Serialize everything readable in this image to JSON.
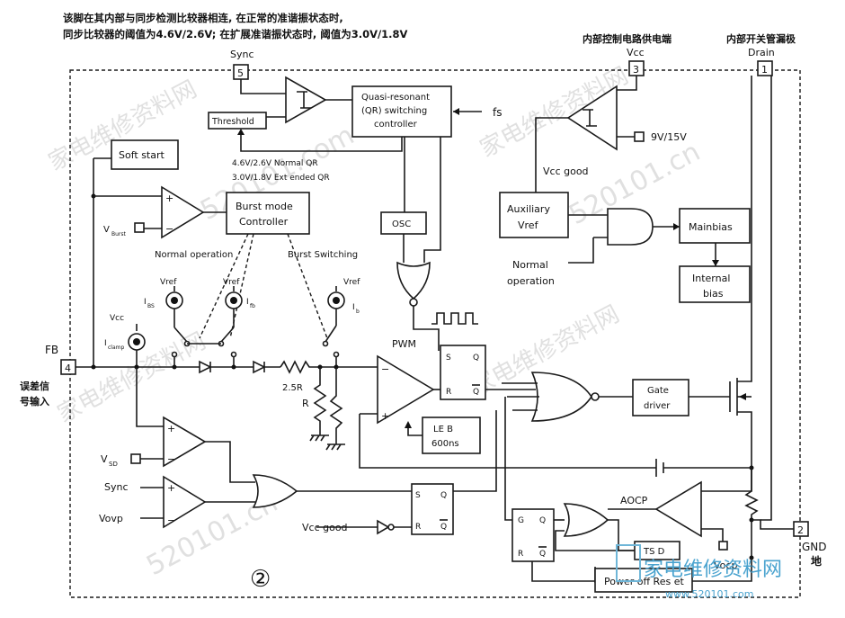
{
  "header": {
    "line1": "该脚在其内部与同步检测比较器相连, 在正常的准谐振状态时,",
    "line2": "同步比较器的阈值为4.6V/2.6V; 在扩展准谐振状态时,  阈值为3.0V/1.8V"
  },
  "pins": {
    "sync": {
      "number": "5",
      "label": "Sync"
    },
    "vcc": {
      "number": "3",
      "label": "Vcc",
      "caption": "内部控制电路供电端"
    },
    "drain": {
      "number": "1",
      "label": "Drain",
      "caption": "内部开关管漏极"
    },
    "fb": {
      "number": "4",
      "label": "FB",
      "caption_line1": "误差信",
      "caption_line2": "号输入"
    },
    "gnd": {
      "number": "2",
      "label": "GND",
      "caption": "地"
    }
  },
  "blocks": {
    "threshold": "Threshold",
    "qr_line1": "Quasi-resonant",
    "qr_line2": "(QR) switching",
    "qr_line3": "controller",
    "fs": "fs",
    "soft_start": "Soft start",
    "burst_line1": "Burst mode",
    "burst_line2": "Controller",
    "osc": "OSC",
    "aux_line1": "Auxiliary",
    "aux_line2": "Vref",
    "mainbias": "Mainbias",
    "internal_line1": "Internal",
    "internal_line2": "bias",
    "gate_line1": "Gate",
    "gate_line2": "driver",
    "leb_line1": "LE B",
    "leb_line2": "600ns",
    "tsd": "TS D",
    "power_off_reset": "Power off Res et"
  },
  "labels": {
    "normal_qr": "4.6V/2.6V   Normal QR",
    "ext_qr": "3.0V/1.8V   Ext ended QR",
    "uvlo": "9V/15V",
    "vcc_good": "Vcc good",
    "normal_op_line1": "Normal",
    "normal_op_line2": "operation",
    "v_burst": "V",
    "v_burst_sub": "Burst",
    "normal_operation": "Normal operation",
    "burst_switching": "Burst Switching",
    "vref": "Vref",
    "i_bs": "I",
    "i_bs_sub": "BS",
    "i_fb": "I",
    "i_fb_sub": "fb",
    "i_b": "I",
    "i_b_sub": "b",
    "vcc_small": "Vcc",
    "i_clamp": "I",
    "i_clamp_sub": "clamp",
    "res_2r": "2.5R",
    "res_r": "R",
    "pwm": "PWM",
    "v_sd": "V",
    "v_sd_sub": "SD",
    "sync_in": "Sync",
    "vovp": "Vovp",
    "vcc_good2": "Vcc good",
    "aocp": "AOCP",
    "vocp": "Vocp",
    "ff_s": "S",
    "ff_q": "Q",
    "ff_r": "R",
    "ff_qb": "Q",
    "ff_g": "G",
    "page_number": "②"
  },
  "watermarks": [
    "家电维修资料网",
    "520101.com",
    "家电维修资料网",
    "520101.cn",
    "家电维修资料网",
    "520101.cn",
    "家电维修资料网"
  ],
  "logo": {
    "text": "家电维修资料网",
    "url": "www.520101.com"
  }
}
